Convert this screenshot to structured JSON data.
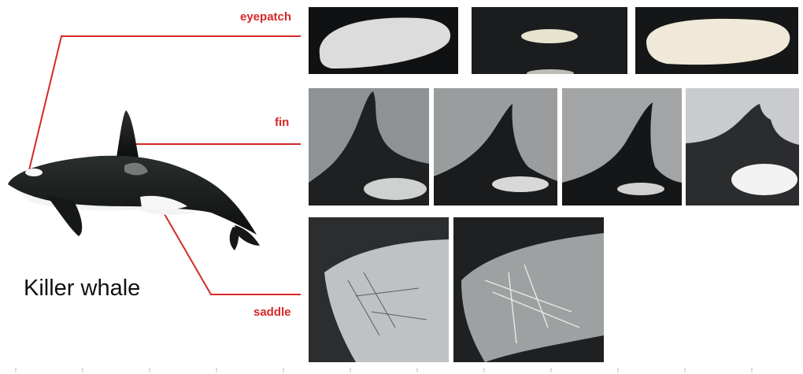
{
  "labels": {
    "eyepatch": "eyepatch",
    "fin": "fin",
    "saddle": "saddle"
  },
  "caption": "Killer whale",
  "colors": {
    "annotation_line": "#d62828",
    "label_text": "#d62828"
  }
}
